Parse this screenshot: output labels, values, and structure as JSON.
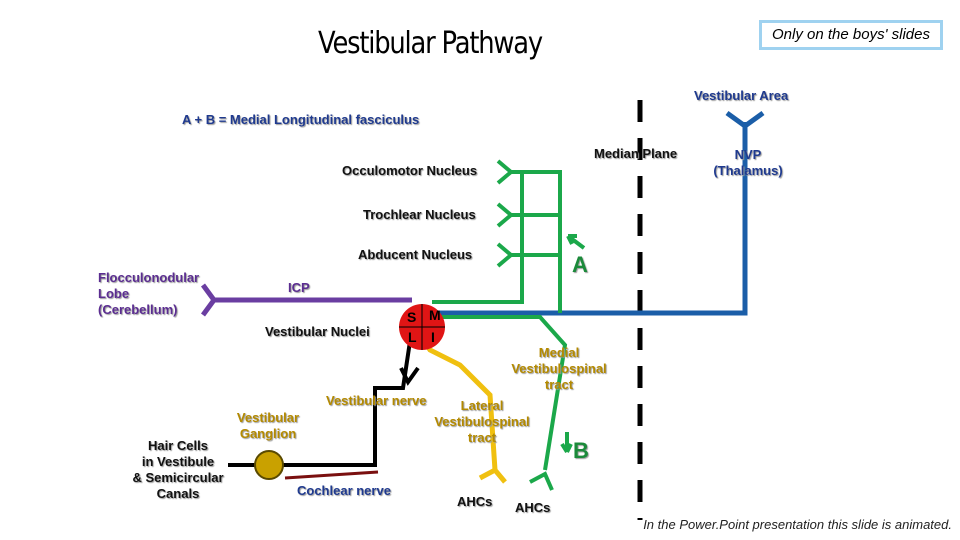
{
  "title": "Vestibular Pathway",
  "badge": "Only on the boys' slides",
  "labels": {
    "vestibular_area": "Vestibular Area",
    "mlf": "A + B = Medial Longitudinal fasciculus",
    "median_plane": "Median Plane",
    "nvp_1": "NVP",
    "nvp_2": "(Thalamus)",
    "occulomotor": "Occulomotor Nucleus",
    "trochlear": "Trochlear Nucleus",
    "abducent": "Abducent Nucleus",
    "flocculo_1": "Flocculonodular",
    "flocculo_2": "Lobe",
    "flocculo_3": "(Cerebellum)",
    "icp": "ICP",
    "vestibular_nuclei": "Vestibular Nuclei",
    "nucleus_s": "S",
    "nucleus_m": "M",
    "nucleus_l": "L",
    "nucleus_i": "I",
    "letter_a": "A",
    "letter_b": "B",
    "medial_vst_1": "Medial",
    "medial_vst_2": "Vestibulospinal",
    "medial_vst_3": "tract",
    "vestibular_nerve": "Vestibular nerve",
    "lateral_vst_1": "Lateral",
    "lateral_vst_2": "Vestibulospinal",
    "lateral_vst_3": "tract",
    "vestibular_ganglion_1": "Vestibular",
    "vestibular_ganglion_2": "Ganglion",
    "hair_cells_1": "Hair Cells",
    "hair_cells_2": "in Vestibule",
    "hair_cells_3": "& Semicircular",
    "hair_cells_4": "Canals",
    "cochlear_nerve": "Cochlear nerve",
    "ahcs_1": "AHCs",
    "ahcs_2": "AHCs"
  },
  "footer": "In the Power.Point presentation this slide is animated.",
  "colors": {
    "green": "#1ba84a",
    "blue": "#1b5ea8",
    "purple": "#6a3ea1",
    "gold": "#f0c010",
    "red": "#e01515",
    "dark_red": "#7a1010",
    "black": "#000000",
    "badge_border": "#9fd2f0"
  }
}
